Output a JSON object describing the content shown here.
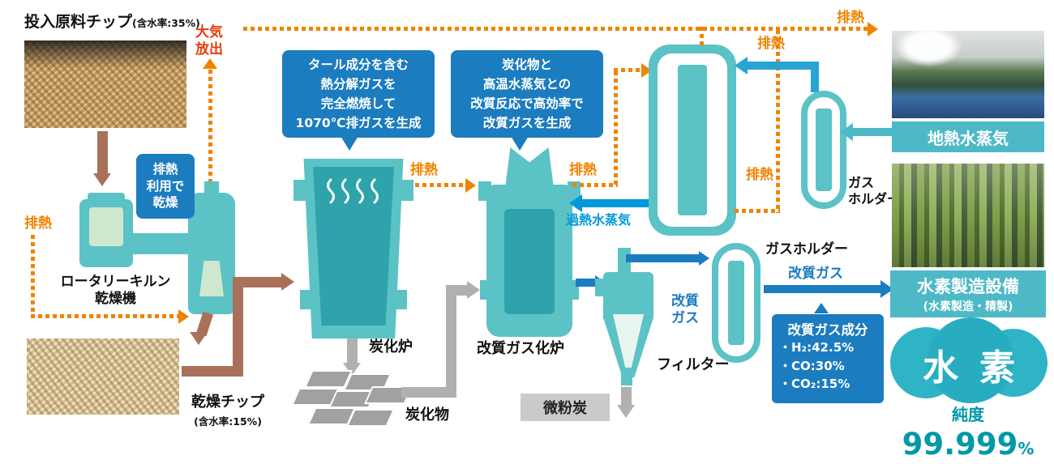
{
  "labels": {
    "raw_chips": "投入原料チップ",
    "raw_chips_moisture": "(含水率:35%)",
    "atmosphere_release": "大気\n放出",
    "exhaust_heat": "排熱",
    "dry_with_waste_heat": "排熱\n利用で\n乾燥",
    "rotary_kiln_dryer": "ロータリーキルン\n乾燥機",
    "dried_chips": "乾燥チップ",
    "dried_chips_moisture": "(含水率:15%)",
    "carbonization_furnace": "炭化炉",
    "char": "炭化物",
    "reforming_gasifier": "改質ガス化炉",
    "superheated_steam": "過熱水蒸気",
    "filter": "フィルター",
    "pulverized_char": "微粉炭",
    "reformed_gas": "改質ガス",
    "reformed_gas_2line": "改質\nガス",
    "gas_holder": "ガスホルダー",
    "gas_holder_2line": "ガス\nホルダー",
    "geothermal_steam": "地熱水蒸気",
    "h2_plant": "水素製造設備",
    "h2_plant_sub": "(水素製造・精製)",
    "hydrogen": "水素",
    "purity_prefix": "純度",
    "purity_value": "99.999",
    "purity_unit": "%"
  },
  "callouts": {
    "pyrolysis": "タール成分を含む\n熱分解ガスを\n完全燃焼して\n1070℃排ガスを生成",
    "reforming": "炭化物と\n高温水蒸気との\n改質反応で高効率で\n改質ガスを生成"
  },
  "gas_composition": {
    "title": "改質ガス成分",
    "items": [
      "・H₂:42.5%",
      "・CO:30%",
      "・CO₂:15%"
    ]
  },
  "colors": {
    "orange": "#f08300",
    "red": "#e83c0d",
    "process_blue": "#1b7cc0",
    "steam_blue": "#0099d9",
    "cyan": "#29a3d4",
    "teal": "#5bc2c6",
    "teal_dark": "#2fa3ab",
    "banner_teal": "#4db9c6",
    "brown": "#aa715a",
    "gray": "#b0b0b1",
    "purity_teal": "#0098a8"
  }
}
